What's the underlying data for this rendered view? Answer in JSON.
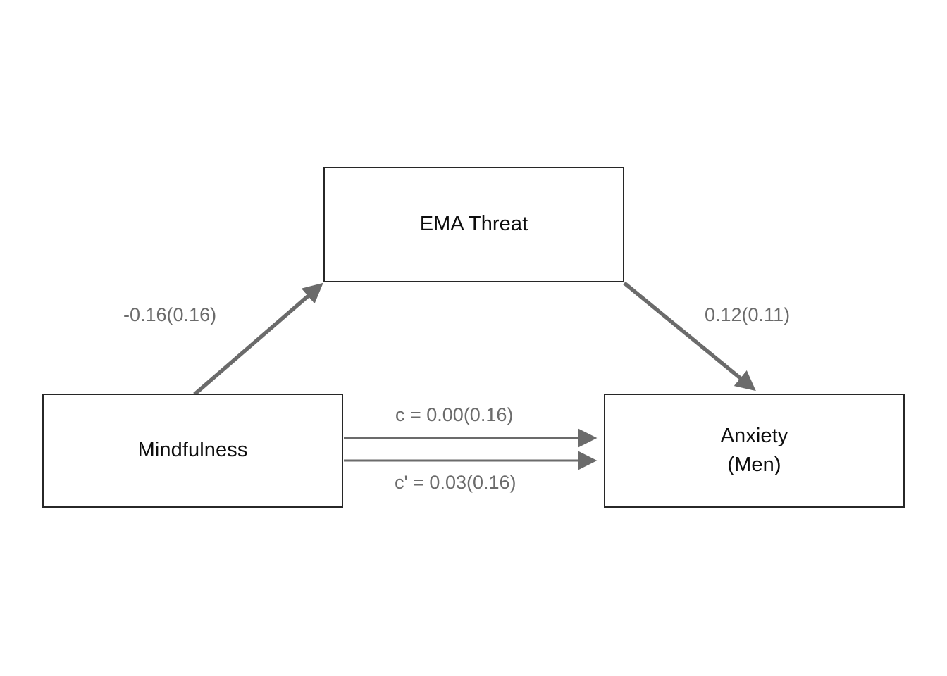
{
  "diagram": {
    "type": "mediation-path-diagram",
    "background_color": "#ffffff",
    "node_border_color": "#272727",
    "node_text_color": "#0d0d0d",
    "edge_color": "#6b6b6b",
    "edge_label_color": "#6b6b6b",
    "nodes": {
      "mediator": {
        "id": "ema-threat",
        "label": "EMA Threat",
        "line1": "EMA Threat",
        "line2": ""
      },
      "predictor": {
        "id": "mindfulness",
        "label": "Mindfulness",
        "line1": "Mindfulness",
        "line2": ""
      },
      "outcome": {
        "id": "anxiety-men",
        "label": "Anxiety (Men)",
        "line1": "Anxiety",
        "line2": "(Men)"
      }
    },
    "paths": {
      "a": {
        "name": "a-path",
        "from": "Mindfulness",
        "to": "EMA Threat",
        "label": "-0.16(0.16)",
        "coefficient": -0.16,
        "standard_error": 0.16
      },
      "b": {
        "name": "b-path",
        "from": "EMA Threat",
        "to": "Anxiety (Men)",
        "label": "0.12(0.11)",
        "coefficient": 0.12,
        "standard_error": 0.11
      },
      "c": {
        "name": "c-path-total-effect",
        "from": "Mindfulness",
        "to": "Anxiety (Men)",
        "label": "c = 0.00(0.16)",
        "coefficient": 0.0,
        "standard_error": 0.16
      },
      "c_prime": {
        "name": "c-prime-path-direct-effect",
        "from": "Mindfulness",
        "to": "Anxiety (Men)",
        "label": "c' = 0.03(0.16)",
        "coefficient": 0.03,
        "standard_error": 0.16
      }
    }
  }
}
